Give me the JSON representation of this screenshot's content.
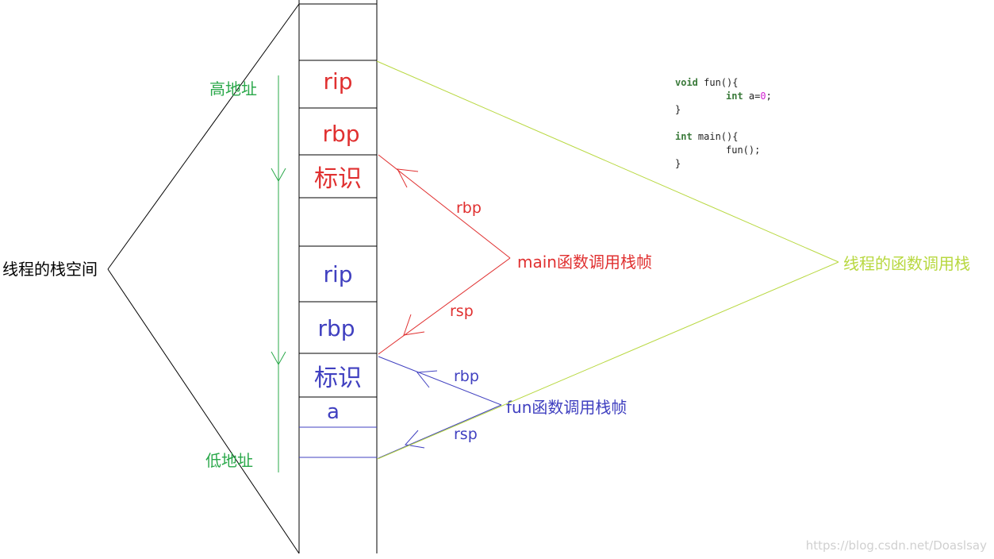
{
  "stack": {
    "title": "线程的栈空间",
    "high_address": "高地址",
    "low_address": "低地址",
    "main_frame": {
      "rip": "rip",
      "rbp": "rbp",
      "marker": "标识"
    },
    "fun_frame": {
      "rip": "rip",
      "rbp": "rbp",
      "marker": "标识",
      "var": "a"
    }
  },
  "annotations": {
    "main_label": "main函数调用栈帧",
    "main_rbp": "rbp",
    "main_rsp": "rsp",
    "fun_label": "fun函数调用栈帧",
    "fun_rbp": "rbp",
    "fun_rsp": "rsp",
    "thread_call_stack": "线程的函数调用栈"
  },
  "code": {
    "line1_kw": "void",
    "line1_rest": " fun(){",
    "line2_kw": "int",
    "line2_mid": " a=",
    "line2_num": "0",
    "line2_end": ";",
    "line3": "}",
    "line5_kw": "int",
    "line5_rest": " main(){",
    "line6": "fun();",
    "line7": "}"
  },
  "watermark": "https://blog.csdn.net/Doaslsay",
  "colors": {
    "main": "#e03030",
    "fun": "#4040c0",
    "address": "#2aa84a",
    "thread": "#b8d840",
    "line": "#000000"
  }
}
